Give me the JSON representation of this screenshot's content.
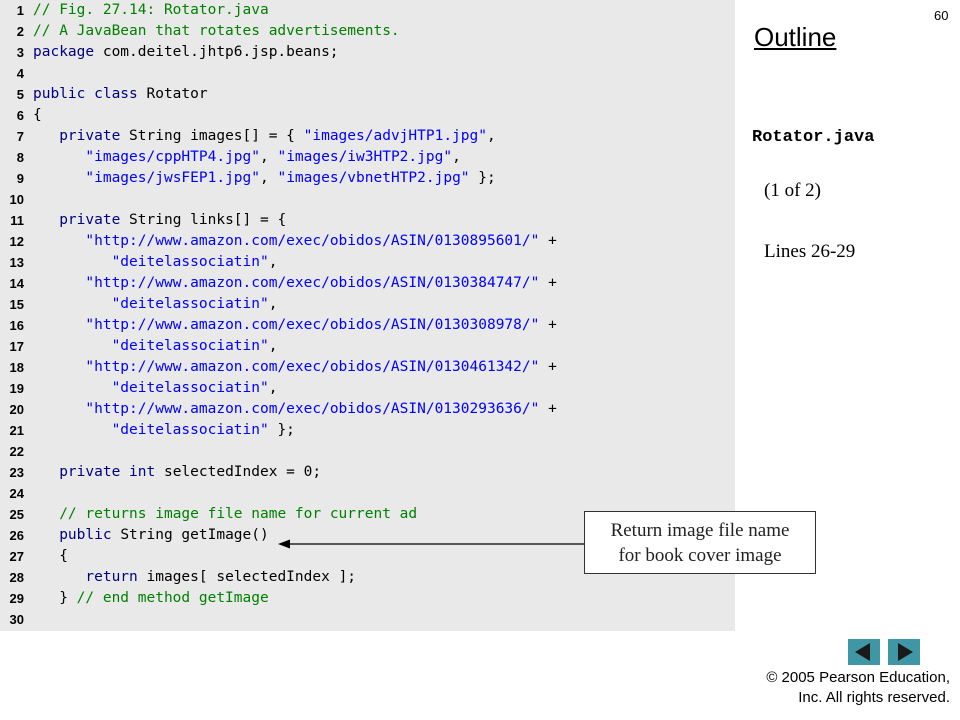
{
  "page_number": "60",
  "outline": {
    "title": "Outline",
    "file_name": "Rotator.java",
    "part": "(1 of 2)",
    "lines_ref": "Lines 26-29"
  },
  "callout": {
    "line1": "Return image file name",
    "line2": "for book cover image"
  },
  "navigation": {
    "prev_icon": "left-arrow",
    "next_icon": "right-arrow"
  },
  "copyright": {
    "line1": "© 2005 Pearson Education,",
    "line2": "Inc.  All rights reserved."
  },
  "colors": {
    "keyword": "#000080",
    "comment": "#008000",
    "string": "#0000ff",
    "code_background": "#e9e9e9",
    "nav_button": "#3f97a6"
  },
  "code_lines": [
    {
      "n": "1",
      "tokens": [
        {
          "t": "cm",
          "s": "// Fig. 27.14: Rotator.java"
        }
      ]
    },
    {
      "n": "2",
      "tokens": [
        {
          "t": "cm",
          "s": "// A JavaBean that rotates advertisements."
        }
      ]
    },
    {
      "n": "3",
      "tokens": [
        {
          "t": "kw",
          "s": "package"
        },
        {
          "t": "pl",
          "s": " com.deitel.jhtp6.jsp.beans;"
        }
      ]
    },
    {
      "n": "4",
      "tokens": []
    },
    {
      "n": "5",
      "tokens": [
        {
          "t": "kw",
          "s": "public class"
        },
        {
          "t": "pl",
          "s": " Rotator"
        }
      ]
    },
    {
      "n": "6",
      "tokens": [
        {
          "t": "pl",
          "s": "{"
        }
      ]
    },
    {
      "n": "7",
      "tokens": [
        {
          "t": "pl",
          "s": "   "
        },
        {
          "t": "kw",
          "s": "private"
        },
        {
          "t": "pl",
          "s": " String images[] = { "
        },
        {
          "t": "st",
          "s": "\"images/advjHTP1.jpg\""
        },
        {
          "t": "pl",
          "s": ","
        }
      ]
    },
    {
      "n": "8",
      "tokens": [
        {
          "t": "pl",
          "s": "      "
        },
        {
          "t": "st",
          "s": "\"images/cppHTP4.jpg\""
        },
        {
          "t": "pl",
          "s": ", "
        },
        {
          "t": "st",
          "s": "\"images/iw3HTP2.jpg\""
        },
        {
          "t": "pl",
          "s": ","
        }
      ]
    },
    {
      "n": "9",
      "tokens": [
        {
          "t": "pl",
          "s": "      "
        },
        {
          "t": "st",
          "s": "\"images/jwsFEP1.jpg\""
        },
        {
          "t": "pl",
          "s": ", "
        },
        {
          "t": "st",
          "s": "\"images/vbnetHTP2.jpg\""
        },
        {
          "t": "pl",
          "s": " };"
        }
      ]
    },
    {
      "n": "10",
      "tokens": []
    },
    {
      "n": "11",
      "tokens": [
        {
          "t": "pl",
          "s": "   "
        },
        {
          "t": "kw",
          "s": "private"
        },
        {
          "t": "pl",
          "s": " String links[] = {"
        }
      ]
    },
    {
      "n": "12",
      "tokens": [
        {
          "t": "pl",
          "s": "      "
        },
        {
          "t": "st",
          "s": "\"http://www.amazon.com/exec/obidos/ASIN/0130895601/\""
        },
        {
          "t": "pl",
          "s": " +"
        }
      ]
    },
    {
      "n": "13",
      "tokens": [
        {
          "t": "pl",
          "s": "         "
        },
        {
          "t": "st",
          "s": "\"deitelassociatin\""
        },
        {
          "t": "pl",
          "s": ","
        }
      ]
    },
    {
      "n": "14",
      "tokens": [
        {
          "t": "pl",
          "s": "      "
        },
        {
          "t": "st",
          "s": "\"http://www.amazon.com/exec/obidos/ASIN/0130384747/\""
        },
        {
          "t": "pl",
          "s": " +"
        }
      ]
    },
    {
      "n": "15",
      "tokens": [
        {
          "t": "pl",
          "s": "         "
        },
        {
          "t": "st",
          "s": "\"deitelassociatin\""
        },
        {
          "t": "pl",
          "s": ","
        }
      ]
    },
    {
      "n": "16",
      "tokens": [
        {
          "t": "pl",
          "s": "      "
        },
        {
          "t": "st",
          "s": "\"http://www.amazon.com/exec/obidos/ASIN/0130308978/\""
        },
        {
          "t": "pl",
          "s": " +"
        }
      ]
    },
    {
      "n": "17",
      "tokens": [
        {
          "t": "pl",
          "s": "         "
        },
        {
          "t": "st",
          "s": "\"deitelassociatin\""
        },
        {
          "t": "pl",
          "s": ","
        }
      ]
    },
    {
      "n": "18",
      "tokens": [
        {
          "t": "pl",
          "s": "      "
        },
        {
          "t": "st",
          "s": "\"http://www.amazon.com/exec/obidos/ASIN/0130461342/\""
        },
        {
          "t": "pl",
          "s": " +"
        }
      ]
    },
    {
      "n": "19",
      "tokens": [
        {
          "t": "pl",
          "s": "         "
        },
        {
          "t": "st",
          "s": "\"deitelassociatin\""
        },
        {
          "t": "pl",
          "s": ","
        }
      ]
    },
    {
      "n": "20",
      "tokens": [
        {
          "t": "pl",
          "s": "      "
        },
        {
          "t": "st",
          "s": "\"http://www.amazon.com/exec/obidos/ASIN/0130293636/\""
        },
        {
          "t": "pl",
          "s": " +"
        }
      ]
    },
    {
      "n": "21",
      "tokens": [
        {
          "t": "pl",
          "s": "         "
        },
        {
          "t": "st",
          "s": "\"deitelassociatin\""
        },
        {
          "t": "pl",
          "s": " };"
        }
      ]
    },
    {
      "n": "22",
      "tokens": []
    },
    {
      "n": "23",
      "tokens": [
        {
          "t": "pl",
          "s": "   "
        },
        {
          "t": "kw",
          "s": "private int"
        },
        {
          "t": "pl",
          "s": " selectedIndex = 0;"
        }
      ]
    },
    {
      "n": "24",
      "tokens": []
    },
    {
      "n": "25",
      "tokens": [
        {
          "t": "pl",
          "s": "   "
        },
        {
          "t": "cm",
          "s": "// returns image file name for current ad"
        }
      ]
    },
    {
      "n": "26",
      "tokens": [
        {
          "t": "pl",
          "s": "   "
        },
        {
          "t": "kw",
          "s": "public"
        },
        {
          "t": "pl",
          "s": " String getImage()"
        }
      ]
    },
    {
      "n": "27",
      "tokens": [
        {
          "t": "pl",
          "s": "   {"
        }
      ]
    },
    {
      "n": "28",
      "tokens": [
        {
          "t": "pl",
          "s": "      "
        },
        {
          "t": "kw",
          "s": "return"
        },
        {
          "t": "pl",
          "s": " images[ selectedIndex ];"
        }
      ]
    },
    {
      "n": "29",
      "tokens": [
        {
          "t": "pl",
          "s": "   } "
        },
        {
          "t": "cm",
          "s": "// end method getImage"
        }
      ]
    },
    {
      "n": "30",
      "tokens": []
    }
  ]
}
